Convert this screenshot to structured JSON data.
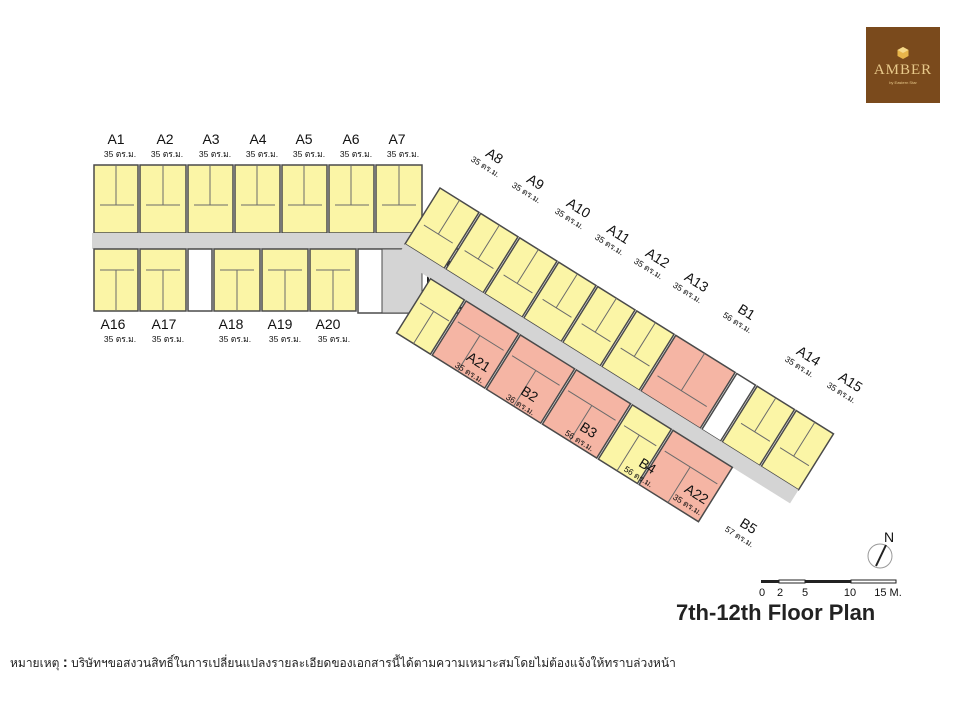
{
  "logo": {
    "brand": "AMBER",
    "subtitle": "by Eastern Star"
  },
  "title": {
    "floor_range": "7th-12th",
    "text": "Floor Plan"
  },
  "remark": {
    "label": "หมายเหตุ",
    "colon": ":",
    "text": "บริษัทฯขอสงวนสิทธิ์ในการเปลี่ยนแปลงรายละเอียดของเอกสารนี้ได้ตามความเหมาะสมโดยไม่ต้องแจ้งให้ทราบล่วงหน้า"
  },
  "compass": {
    "north": "N"
  },
  "scale_bar": {
    "ticks": [
      "0",
      "2",
      "5",
      "10",
      "15 M."
    ]
  },
  "colors": {
    "unit_a": "#fbf5a6",
    "unit_b": "#f5b5a4",
    "corridor": "#d4d4d4",
    "wall": "#4a4a4a",
    "brand_bg": "#7a4a1c"
  },
  "units": {
    "A1": {
      "name": "A1",
      "size": "35 ตร.ม."
    },
    "A2": {
      "name": "A2",
      "size": "35 ตร.ม."
    },
    "A3": {
      "name": "A3",
      "size": "35 ตร.ม."
    },
    "A4": {
      "name": "A4",
      "size": "35 ตร.ม."
    },
    "A5": {
      "name": "A5",
      "size": "35 ตร.ม."
    },
    "A6": {
      "name": "A6",
      "size": "35 ตร.ม."
    },
    "A7": {
      "name": "A7",
      "size": "35 ตร.ม."
    },
    "A8": {
      "name": "A8",
      "size": "35 ตร.ม."
    },
    "A9": {
      "name": "A9",
      "size": "35 ตร.ม."
    },
    "A10": {
      "name": "A10",
      "size": "35 ตร.ม."
    },
    "A11": {
      "name": "A11",
      "size": "35 ตร.ม."
    },
    "A12": {
      "name": "A12",
      "size": "35 ตร.ม."
    },
    "A13": {
      "name": "A13",
      "size": "35 ตร.ม."
    },
    "B1": {
      "name": "B1",
      "size": "56 ตร.ม."
    },
    "A14": {
      "name": "A14",
      "size": "35 ตร.ม."
    },
    "A15": {
      "name": "A15",
      "size": "35 ตร.ม."
    },
    "A16": {
      "name": "A16",
      "size": "35 ตร.ม."
    },
    "A17": {
      "name": "A17",
      "size": "35 ตร.ม."
    },
    "A18": {
      "name": "A18",
      "size": "35 ตร.ม."
    },
    "A19": {
      "name": "A19",
      "size": "35 ตร.ม."
    },
    "A20": {
      "name": "A20",
      "size": "35 ตร.ม."
    },
    "A21": {
      "name": "A21",
      "size": "35 ตร.ม."
    },
    "B2": {
      "name": "B2",
      "size": "36 ตร.ม."
    },
    "B3": {
      "name": "B3",
      "size": "56 ตร.ม."
    },
    "B4": {
      "name": "B4",
      "size": "56 ตร.ม."
    },
    "A22": {
      "name": "A22",
      "size": "35 ตร.ม."
    },
    "B5": {
      "name": "B5",
      "size": "57 ตร.ม."
    }
  }
}
